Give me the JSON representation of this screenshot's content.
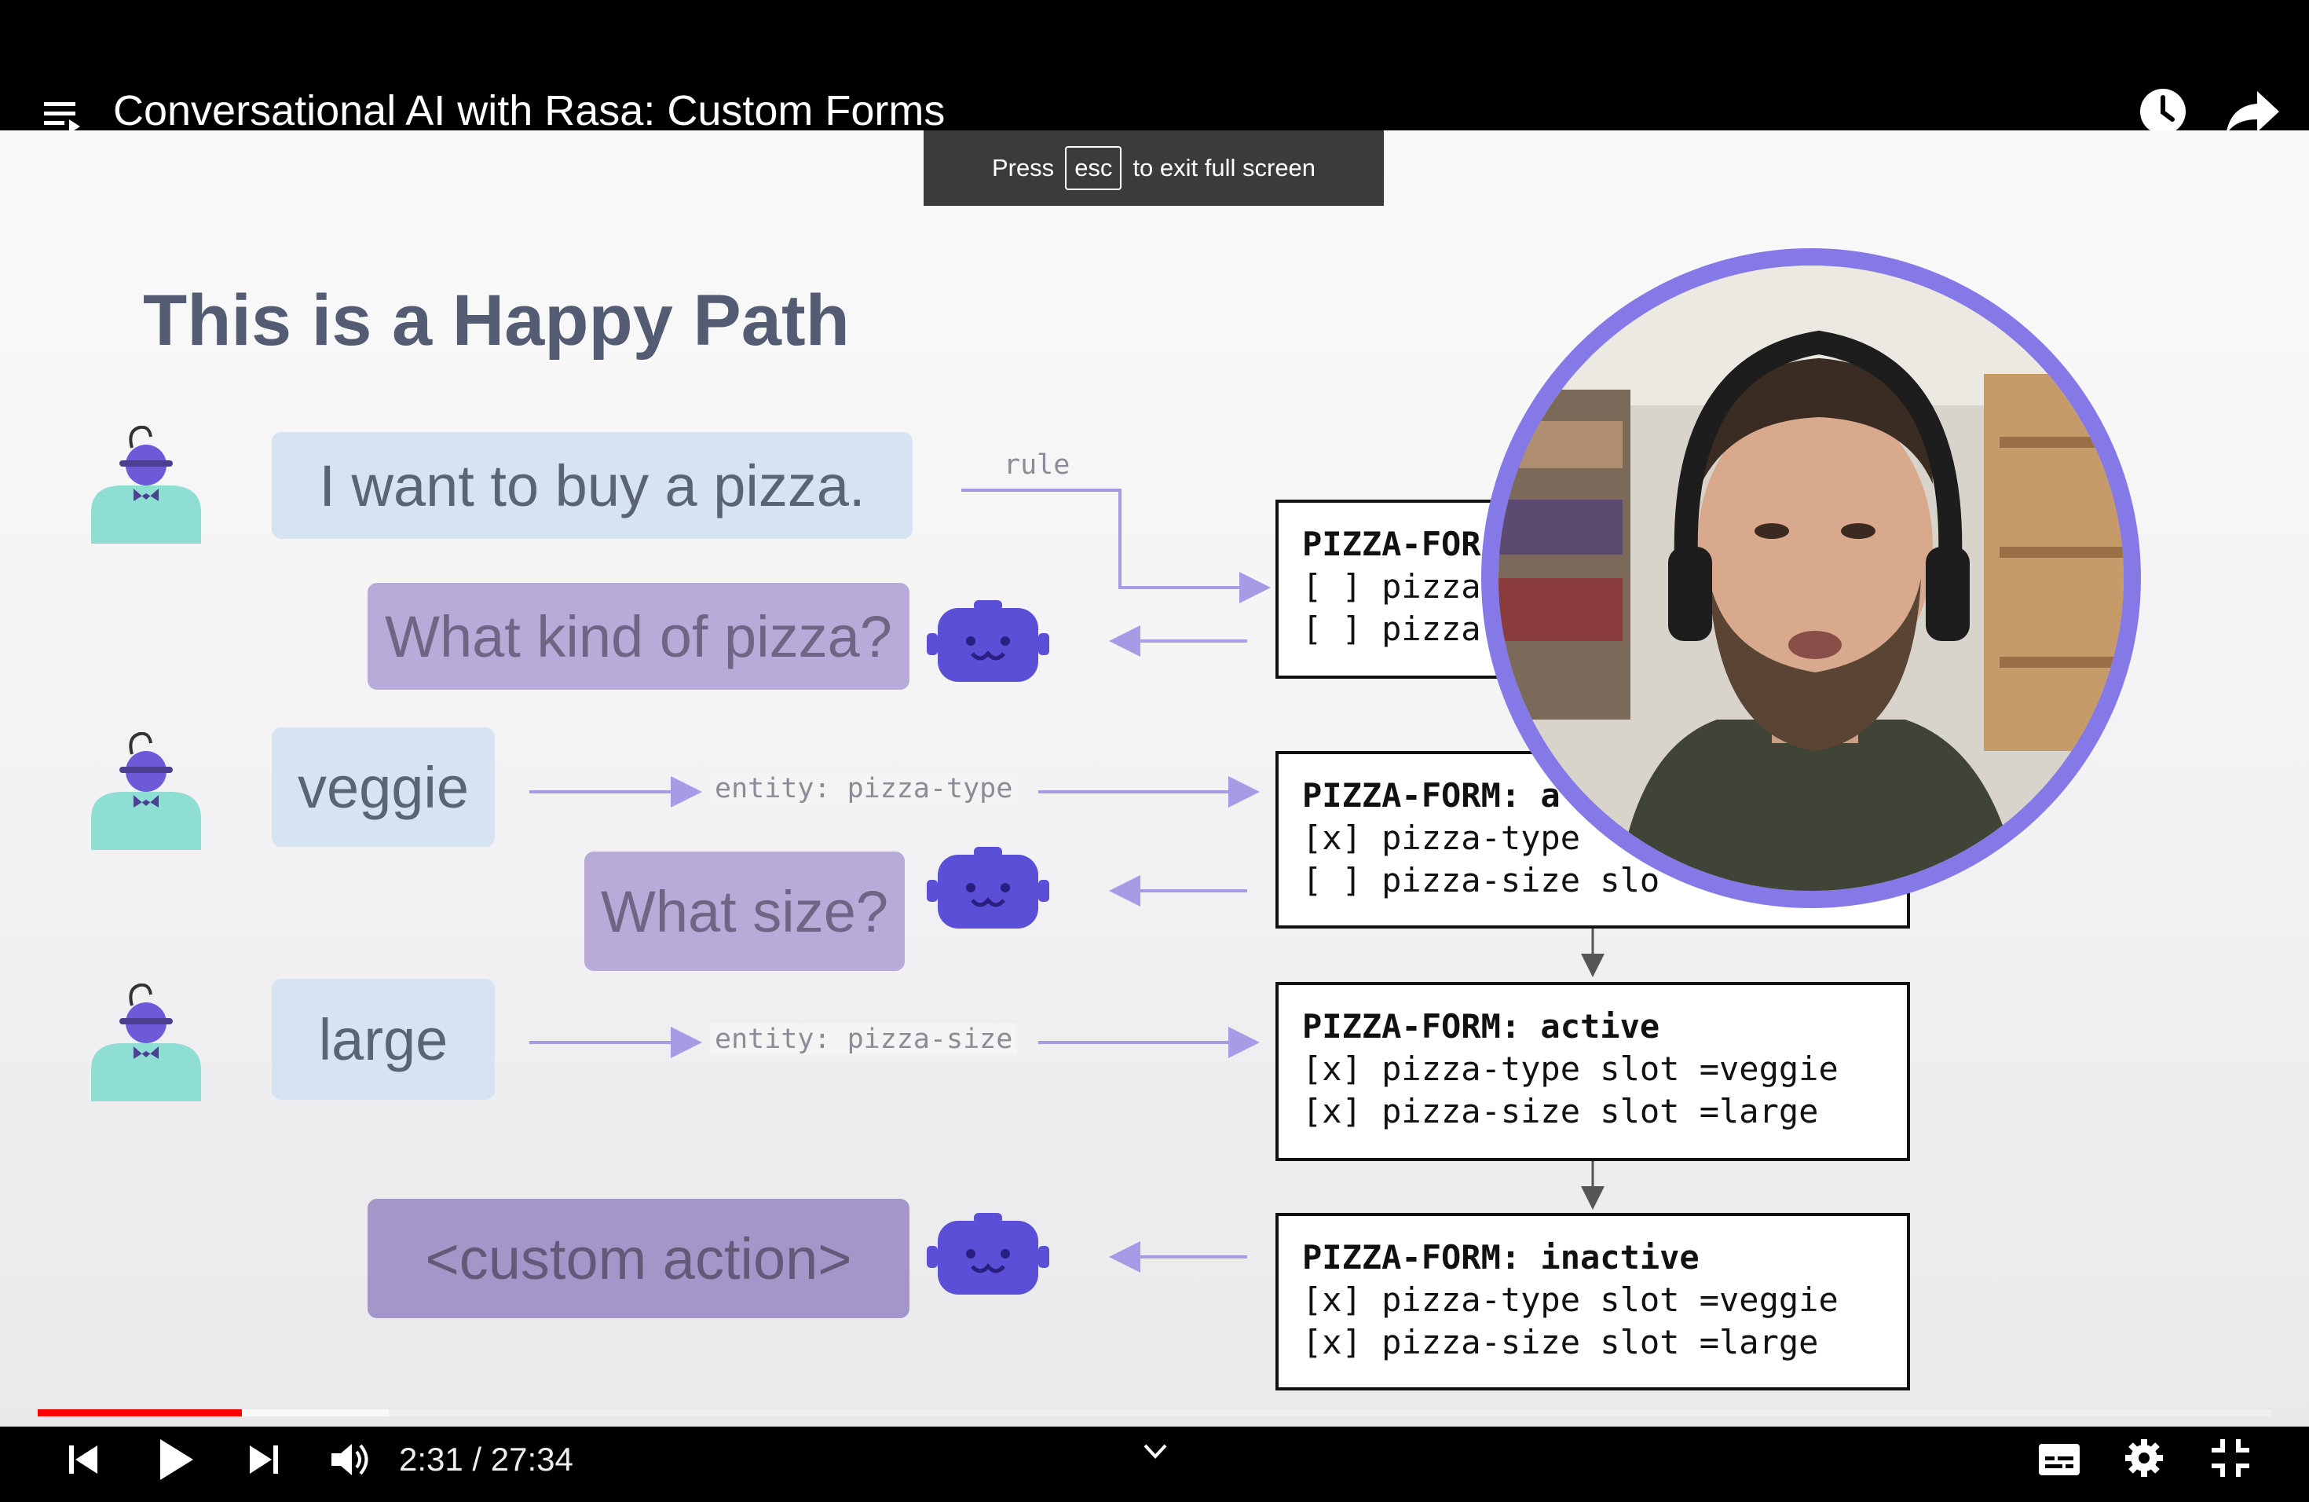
{
  "header": {
    "title": "Conversational AI with Rasa: Custom Forms",
    "menu_icon": "playlist-menu-icon",
    "watch_later_icon": "clock-icon",
    "share_icon": "share-icon"
  },
  "fullscreen_hint": {
    "prefix": "Press",
    "key": "esc",
    "suffix": "to exit full screen"
  },
  "slide": {
    "title": "This is a Happy Path",
    "rule_label": "rule",
    "bubbles": {
      "user1": "I want to buy a pizza.",
      "bot1": "What kind of pizza?",
      "user2": "veggie",
      "bot2": "What size?",
      "user3": "large",
      "bot3": "<custom action>"
    },
    "entities": {
      "type": "entity: pizza-type",
      "size": "entity: pizza-size"
    },
    "forms": [
      {
        "lines": [
          "PIZZA-FOR",
          "[ ] pizza",
          "[ ] pizza"
        ]
      },
      {
        "lines": [
          "PIZZA-FORM: a",
          "[x] pizza-type",
          "[ ] pizza-size slo"
        ]
      },
      {
        "lines": [
          "PIZZA-FORM: active",
          "[x] pizza-type slot =veggie",
          "[x] pizza-size slot =large"
        ]
      },
      {
        "lines": [
          "PIZZA-FORM: inactive",
          "[x] pizza-type slot =veggie",
          "[x] pizza-size slot =large"
        ]
      }
    ]
  },
  "player": {
    "current_time": "2:31",
    "separator": "/",
    "duration": "27:34",
    "time_display": "2:31 / 27:34",
    "progress_fraction": 0.092,
    "buffered_fraction": 0.157,
    "colors": {
      "progress": "#ff0000",
      "webcam_ring": "#8579e8",
      "bot_bubble": "#b9abd9",
      "user_bubble": "#d6e3f2"
    }
  }
}
